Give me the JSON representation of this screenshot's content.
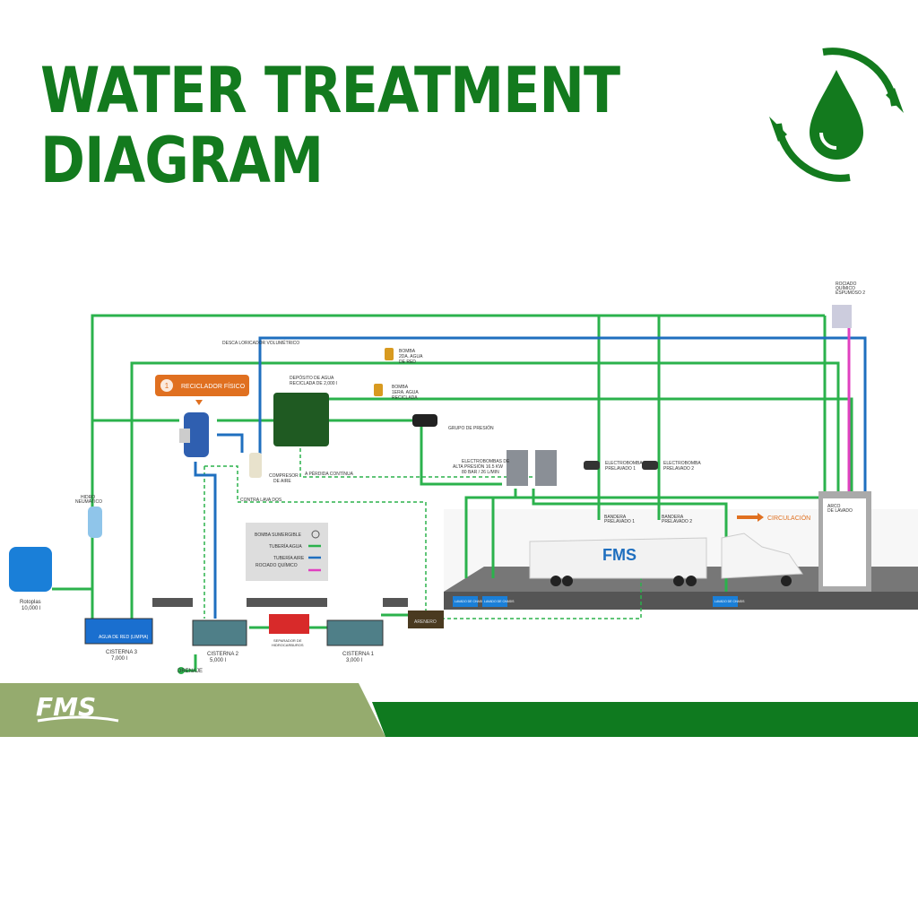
{
  "header": {
    "title_line1": "WATER TREATMENT",
    "title_line2": "DIAGRAM",
    "icon": "water-drop-recycle-icon"
  },
  "colors": {
    "title": "#137a1e",
    "water_pipe": "#2bb24c",
    "air_pipe": "#1f6fbf",
    "chemical_pipe": "#e040c0",
    "band_light": "#95ab6e",
    "band_dark": "#0f7a1f",
    "callout": "#e07020"
  },
  "callout": {
    "number": "1",
    "label": "RECICLADOR FÍSICO"
  },
  "labels": {
    "dosificador": "DESCA LORICADOR VOLUMÉTRICO",
    "deposito_1": "DEPÓSITO DE AGUA",
    "deposito_2": "RECICLADA DE 2,000 l",
    "bomba_red_1": "BOMBA",
    "bomba_red_2": "2DA. AGUA",
    "bomba_red_3": "DE RED",
    "bomba_rec_1": "BOMBA",
    "bomba_rec_2": "1ERA. AGUA",
    "bomba_rec_3": "RECICLADA",
    "grupo_presion": "GRUPO DE PRESIÓN",
    "compresor_1": "COMPRESOR",
    "compresor_2": "DE AIRE",
    "perdida": "A PÉRDIDA CONTÍNUA",
    "contra_lavados": "CONTRA LAVA DOS",
    "electrobombas_1": "ELECTROBOMBAS DE",
    "electrobombas_2": "ALTA PRESIÓN 16.5 KW",
    "electrobombas_3": "80 BAR / 26 L/MIN",
    "prelavado1_1": "ELECTROBOMBA",
    "prelavado1_2": "PRELAVADO 1",
    "prelavado2_1": "ELECTROBOMBA",
    "prelavado2_2": "PRELAVADO 2",
    "rociado_1": "ROCIADO",
    "rociado_2": "QUÍMICO",
    "rociado_3": "ESPUMOSO 2",
    "hidro_1": "HIDRO",
    "hidro_2": "NEUMÁTICO",
    "bandera1_1": "BANDERA",
    "bandera1_2": "PRELAVADO 1",
    "bandera2_1": "BANDERA",
    "bandera2_2": "PRELAVADO 2",
    "arco_1": "ARCO",
    "arco_2": "DE LAVADO",
    "circulacion": "CIRCULACIÓN",
    "lavado_chasis_1": "LAVADO DE CHASIS",
    "lavado_chasis_2": "LAVADO DE CHASIS",
    "lavado_chasis_3": "LAVADO DE CHASIS",
    "truck_logo": "FMS",
    "rotoplas_1": "Rotoplas",
    "rotoplas_2": "10,000 l",
    "agua_red": "AGUA DE RED (LIMPIA)",
    "cisterna3_1": "CISTERNA 3",
    "cisterna3_2": "7,000 l",
    "cisterna2_1": "CISTERNA 2",
    "cisterna2_2": "5,000 l",
    "separador_1": "SEPARADOR DE",
    "separador_2": "HIDROCARBUROS",
    "cisterna1_1": "CISTERNA 1",
    "cisterna1_2": "3,000 l",
    "arenero": "ARENERO",
    "drenaje": "DRENAJE"
  },
  "legend": {
    "items": [
      {
        "label": "BOMBA SUMERGIBLE",
        "symbol": "submersible-pump-icon"
      },
      {
        "label": "TUBERÍA AGUA",
        "color": "#2bb24c"
      },
      {
        "label": "TUBERÍA AIRE",
        "color": "#1f6fbf"
      },
      {
        "label": "ROCIADO QUÍMICO",
        "color": "#e040c0"
      }
    ]
  },
  "footer": {
    "logo": "FMS"
  }
}
